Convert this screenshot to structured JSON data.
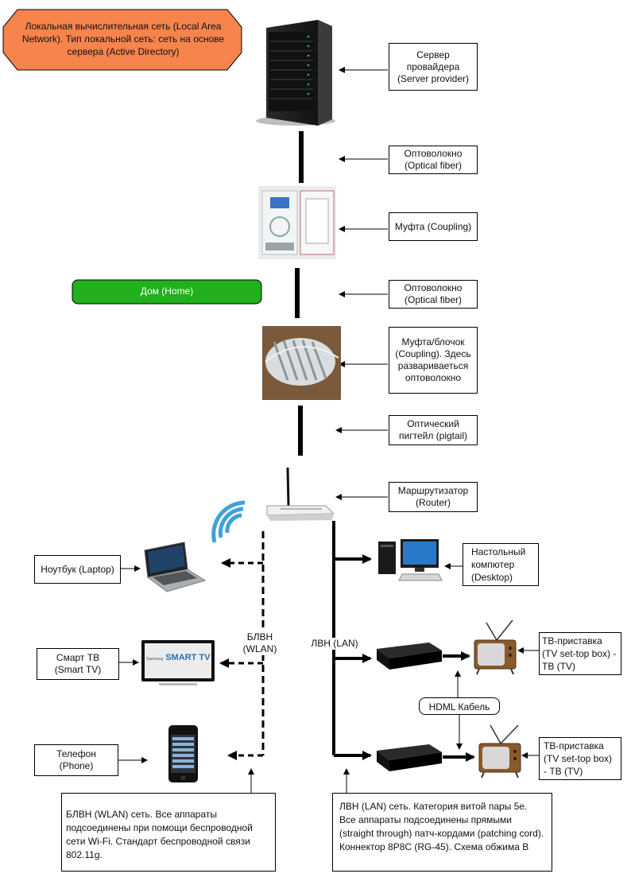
{
  "title_note": "Локальная вычислительная сеть (Local Area Network). Тип локальной сеть: сеть на основе сервера (Active Directory)",
  "home_label": "Дом (Home)",
  "labels": {
    "server": "Сервер провайдера (Server provider)",
    "fiber1": "Оптоволокно (Optical fiber)",
    "coupling1": "Муфта (Coupling)",
    "fiber2": "Оптоволокно (Optical fiber)",
    "coupling2": "Муфта/блочок (Coupling). Здесь развариваеться оптоволокно",
    "pigtail": "Оптический пигтейл (pigtail)",
    "router": "Маршрутизатор (Router)",
    "desktop": "Настольный компютер (Desktop)",
    "tv_box1": "ТВ-приставка (TV set-top box) - ТВ (TV)",
    "tv_box2": "ТВ-приставка (TV set-top box) - ТВ (TV)",
    "laptop": "Ноутбук (Laptop)",
    "smart_tv": "Смарт ТВ (Smart TV)",
    "phone": "Телефон (Phone)",
    "hdmi": "HDML Кабель",
    "wlan_line": "БЛВН (WLAN)",
    "lan_line": "ЛВН (LAN)"
  },
  "notes": {
    "wlan": "БЛВН (WLAN) сеть. Все аппараты подсоединены при помощи беспроводной сети Wi-Fi.  Стандарт беспроводной связи 802.11g.",
    "lan": "ЛВН (LAN) сеть. Категория витой пары 5е. Все аппараты подсоединены прямыми (straight through) патч-кордами (patching cord). Коннектор 8P8C (RG-45). Схема обжима B"
  },
  "devices": {
    "smart_tv_logo_small": "Samsung",
    "smart_tv_logo": "SMART TV"
  },
  "colors": {
    "title_fill": "#f7834d",
    "home_fill": "#22b01c",
    "line": "#000000"
  }
}
